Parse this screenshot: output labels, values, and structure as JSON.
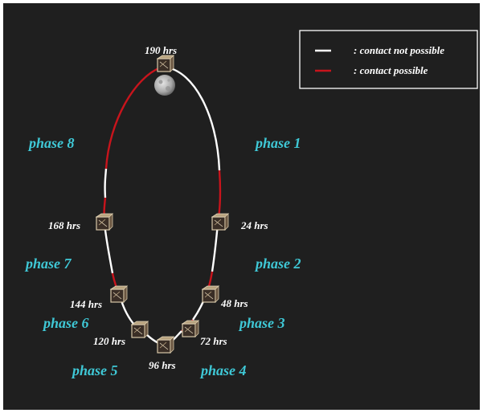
{
  "legend": {
    "not_possible": ": contact not possible",
    "possible": ": contact possible"
  },
  "colors": {
    "background": "#1f1f1f",
    "contact_not_possible": "#ffffff",
    "contact_possible": "#c8141c",
    "phase_label": "#3fc8d6",
    "time_label": "#ffffff"
  },
  "time_labels": {
    "t190": "190 hrs",
    "t24": "24 hrs",
    "t48": "48 hrs",
    "t72": "72 hrs",
    "t96": "96 hrs",
    "t120": "120 hrs",
    "t144": "144 hrs",
    "t168": "168 hrs"
  },
  "phases": {
    "p1": "phase 1",
    "p2": "phase 2",
    "p3": "phase 3",
    "p4": "phase 4",
    "p5": "phase 5",
    "p6": "phase 6",
    "p7": "phase 7",
    "p8": "phase 8"
  },
  "icons": {
    "spacecraft": "cube-satellite-icon",
    "moon": "moon-icon"
  }
}
